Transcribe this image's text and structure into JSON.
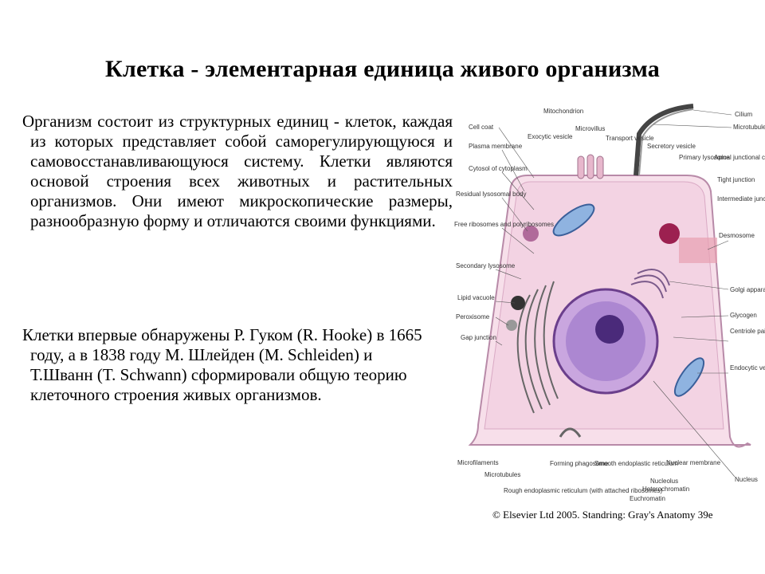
{
  "title": "Клетка - элементарная единица живого организма",
  "paragraph1": "Организм состоит из структурных единиц - клеток, каждая из которых представляет собой саморегулирующуюся и самовосстанавливающуюся систему. Клетки являются основой строения всех животных и растительных организмов. Они имеют микроскопические размеры, разнообразную форму и отличаются своими функциями.",
  "paragraph2": "Клетки впервые обнаружены Р. Гуком (R. Hooke) в 1665 году, а в 1838 году М. Шлейден (M. Schleiden) и Т.Шванн (T. Schwann) сформировали общую теорию клеточного строения живых организмов.",
  "figure": {
    "labels_left": [
      "Cell coat",
      "Plasma membrane",
      "Cytosol of cytoplasm",
      "Residual lysosomal body",
      "Free ribosomes and polyribosomes",
      "Secondary lysosome",
      "Lipid vacuole",
      "Peroxisome",
      "Gap junction"
    ],
    "labels_top": [
      "Mitochondrion",
      "Exocytic vesicle",
      "Microvillus",
      "Transport vesicle",
      "Secretory vesicle",
      "Primary lysosome"
    ],
    "labels_right": [
      "Cilium",
      "Microtubules",
      "Apical junctional complex",
      "Tight junction",
      "Intermediate junction",
      "Desmosome",
      "Golgi apparatus",
      "Glycogen",
      "Centriole pair at centrosome",
      "Endocytic vesicles",
      "Nucleus"
    ],
    "labels_bottom": [
      "Microfilaments",
      "Microtubules",
      "Rough endoplasmic reticulum (with attached ribosomes)",
      "Forming phagosome",
      "Smooth endoplastic reticulum",
      "Nuclear membrane",
      "Nucleolus",
      "Heterochromatin",
      "Euchromatin"
    ],
    "credit": "© Elsevier Ltd 2005. Standring: Gray's Anatomy 39e"
  }
}
